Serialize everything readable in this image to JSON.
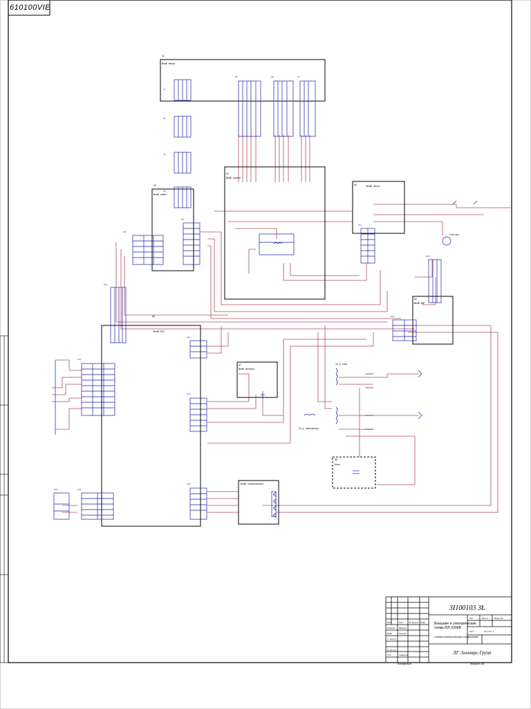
{
  "corner_tag": "610100VIE",
  "title_block": {
    "code": "3I100103 3Ł",
    "name_line1": "Внешние и электрические",
    "name_line2": "схемы ВЛ-220КВ",
    "subtitle": "Схема электрическая соединений",
    "org": "ЛГ Электро Групп",
    "copy_label": "Копировал",
    "format_label": "Формат   А3"
  },
  "colors": {
    "frame": "#000000",
    "component": "#1a1aa6",
    "wire": "#b0485c",
    "cabinet": "#000000"
  }
}
